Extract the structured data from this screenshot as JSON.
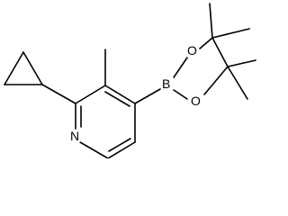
{
  "molecule": {
    "atoms": {
      "nitrogen": "N",
      "boron": "B",
      "oxygen_upper": "O",
      "oxygen_lower": "O"
    }
  }
}
